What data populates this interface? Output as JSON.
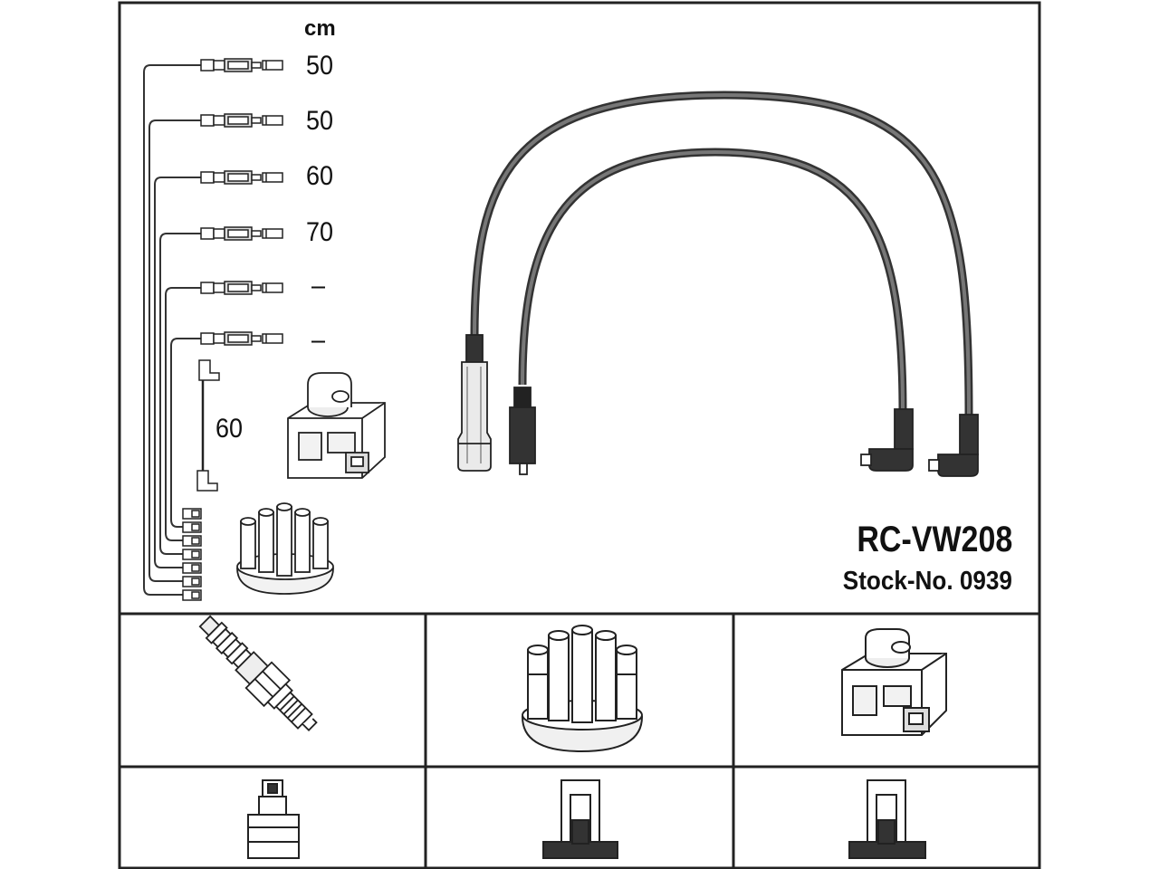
{
  "unit_label": "cm",
  "lead_lengths": [
    "50",
    "50",
    "60",
    "70",
    "–",
    "–"
  ],
  "coil_lead_length": "60",
  "product": {
    "code": "RC-VW208",
    "stock_number": "Stock-No. 0939"
  },
  "part_icons": {
    "top_row": [
      "spark-plug-icon",
      "distributor-cap-icon",
      "ignition-coil-icon"
    ],
    "bottom_row": [
      "spark-plug-connector-icon",
      "distributor-connector-icon",
      "coil-connector-icon"
    ]
  }
}
